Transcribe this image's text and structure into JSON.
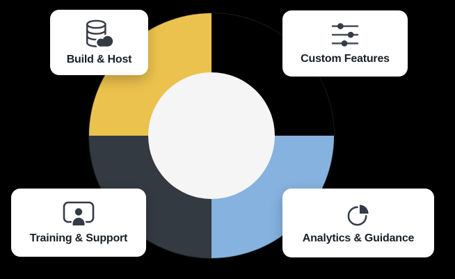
{
  "canvas": {
    "background": "#000000"
  },
  "icon_color": "#343b44",
  "chart": {
    "type": "donut",
    "center_fill": "#f5f5f6",
    "segments": [
      {
        "position": "top-left",
        "color": "#ecc24e",
        "label": "Build & Host"
      },
      {
        "position": "top-right",
        "color": "#000000",
        "label": "Custom Features"
      },
      {
        "position": "bottom-right",
        "color": "#85b2de",
        "label": "Analytics & Guidance"
      },
      {
        "position": "bottom-left",
        "color": "#343a42",
        "label": "Training & Support"
      }
    ]
  },
  "cards": [
    {
      "label": "Build & Host",
      "icon": "database-cloud-icon"
    },
    {
      "label": "Custom Features",
      "icon": "sliders-icon"
    },
    {
      "label": "Training & Support",
      "icon": "presentation-person-icon"
    },
    {
      "label": "Analytics & Guidance",
      "icon": "pie-chart-icon"
    }
  ]
}
